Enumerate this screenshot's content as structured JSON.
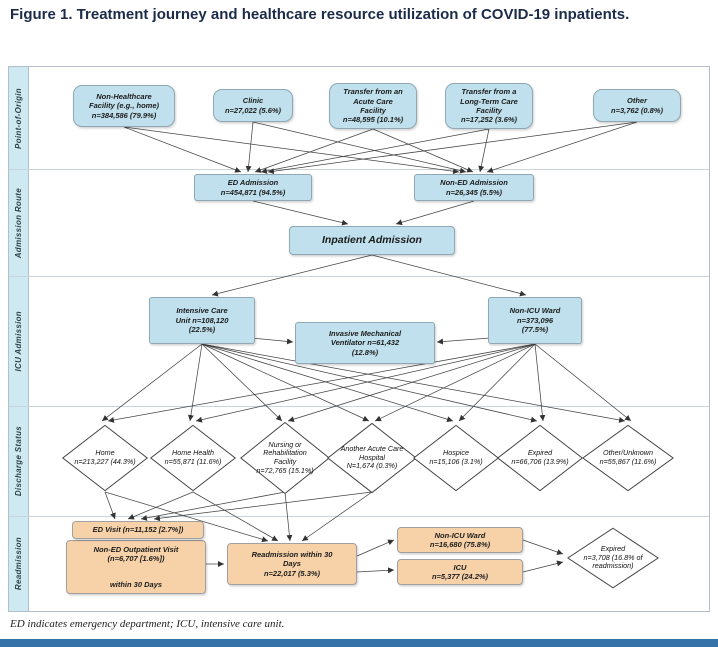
{
  "page": {
    "title": "Figure 1. Treatment journey and healthcare resource utilization of COVID-19 inpatients.",
    "footnote": "ED indicates emergency department; ICU, intensive care unit."
  },
  "row_labels": {
    "point_of_origin": "Point-of-Origin",
    "admission_route": "Admission Route",
    "icu_admission": "ICU Admission",
    "discharge_status": "Discharge Status",
    "readmission": "Readmission"
  },
  "nodes": {
    "origin_non_healthcare": "Non-Healthcare\nFacility (e.g., home)\nn=384,586 (79.9%)",
    "origin_clinic": "Clinic\nn=27,022 (5.6%)",
    "origin_transfer_acute": "Transfer from an\nAcute Care\nFacility\nn=48,595 (10.1%)",
    "origin_transfer_ltc": "Transfer from a\nLong-Term Care\nFacility\nn=17,252 (3.6%)",
    "origin_other": "Other\nn=3,762 (0.8%)",
    "ed_admission": "ED Admission\nn=454,871 (94.5%)",
    "non_ed_admission": "Non-ED Admission\nn=26,345 (5.5%)",
    "inpatient_admission": "Inpatient Admission",
    "icu": "Intensive Care\nUnit n=108,120\n(22.5%)",
    "imv": "Invasive Mechanical\nVentilator n=61,432\n(12.8%)",
    "non_icu_ward": "Non-ICU Ward\nn=373,096\n(77.5%)",
    "discharge_home": "Home\nn=213,227 (44.3%)",
    "discharge_home_health": "Home Health\nn=55,871 (11.6%)",
    "discharge_nursing": "Nursing or\nRehabilitation\nFacility\nn=72,765 (15.1%)",
    "discharge_another_hospital": "Another Acute Care\nHospital\nN=1,674 (0.3%)",
    "discharge_hospice": "Hospice\nn=15,106 (3.1%)",
    "discharge_expired": "Expired\nn=66,706 (13.9%)",
    "discharge_other_unknown": "Other/Unknown\nn=55,867 (11.6%)",
    "ed_visit": "ED Visit (n=11,152 [2.7%])",
    "non_ed_outpatient": "Non-ED Outpatient Visit\n(n=6,707 [1.6%])",
    "within_30_days": "within 30 Days",
    "readmission_30": "Readmission within 30\nDays\nn=22,017 (5.3%)",
    "readmit_non_icu": "Non-ICU Ward\nn=16,680 (75.8%)",
    "readmit_icu": "ICU\nn=5,377 (24.2%)",
    "readmit_expired": "Expired\nn=3,708 (16.8% of\nreadmission)"
  },
  "colors": {
    "box_blue": "#bfe0ec",
    "box_orange": "#f7d2a9",
    "row_label_bg": "#cfe9f3",
    "title_color": "#1c2b4a",
    "footer_bar": "#3572a8",
    "arrow": "#444444"
  }
}
